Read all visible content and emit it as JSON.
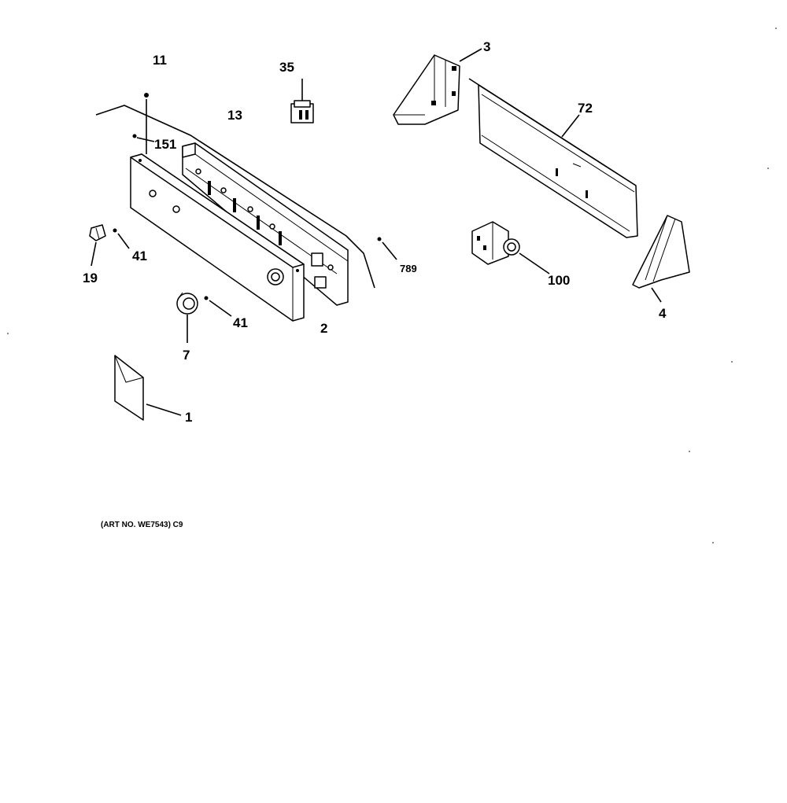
{
  "diagram": {
    "caption": "(ART NO. WE7543) C9",
    "callouts": {
      "c11": "11",
      "c35": "35",
      "c3": "3",
      "c72": "72",
      "c13": "13",
      "c151": "151",
      "c41a": "41",
      "c19": "19",
      "c789": "789",
      "c100": "100",
      "c4": "4",
      "c2": "2",
      "c41b": "41",
      "c7": "7",
      "c1": "1"
    }
  }
}
